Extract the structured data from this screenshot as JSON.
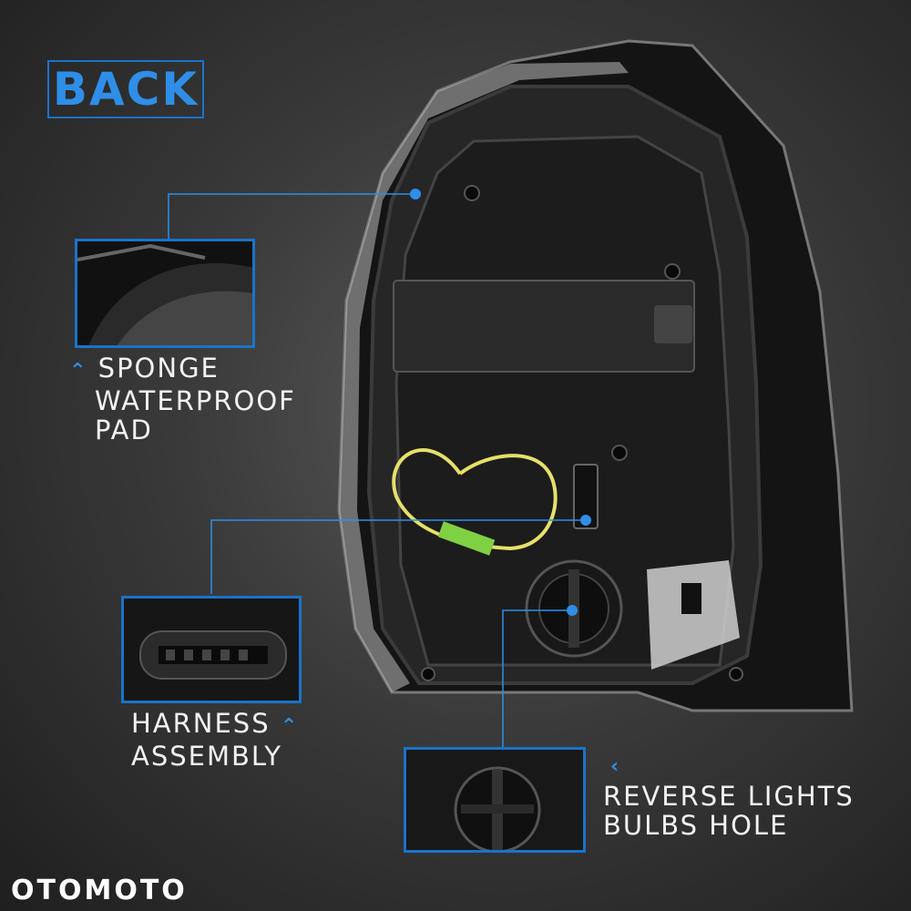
{
  "title": "BACK",
  "callouts": {
    "sponge": {
      "lines": [
        "SPONGE",
        "WATERPROOF",
        "PAD"
      ]
    },
    "harness": {
      "lines": [
        "HARNESS",
        "ASSEMBLY"
      ]
    },
    "reverse": {
      "lines": [
        "REVERSE LIGHTS",
        "BULBS HOLE"
      ]
    }
  },
  "watermark": "OTOMOTO",
  "colors": {
    "accent": "#2f8ee8",
    "frame": "#1a73c9",
    "background": "#3a3a3a"
  }
}
